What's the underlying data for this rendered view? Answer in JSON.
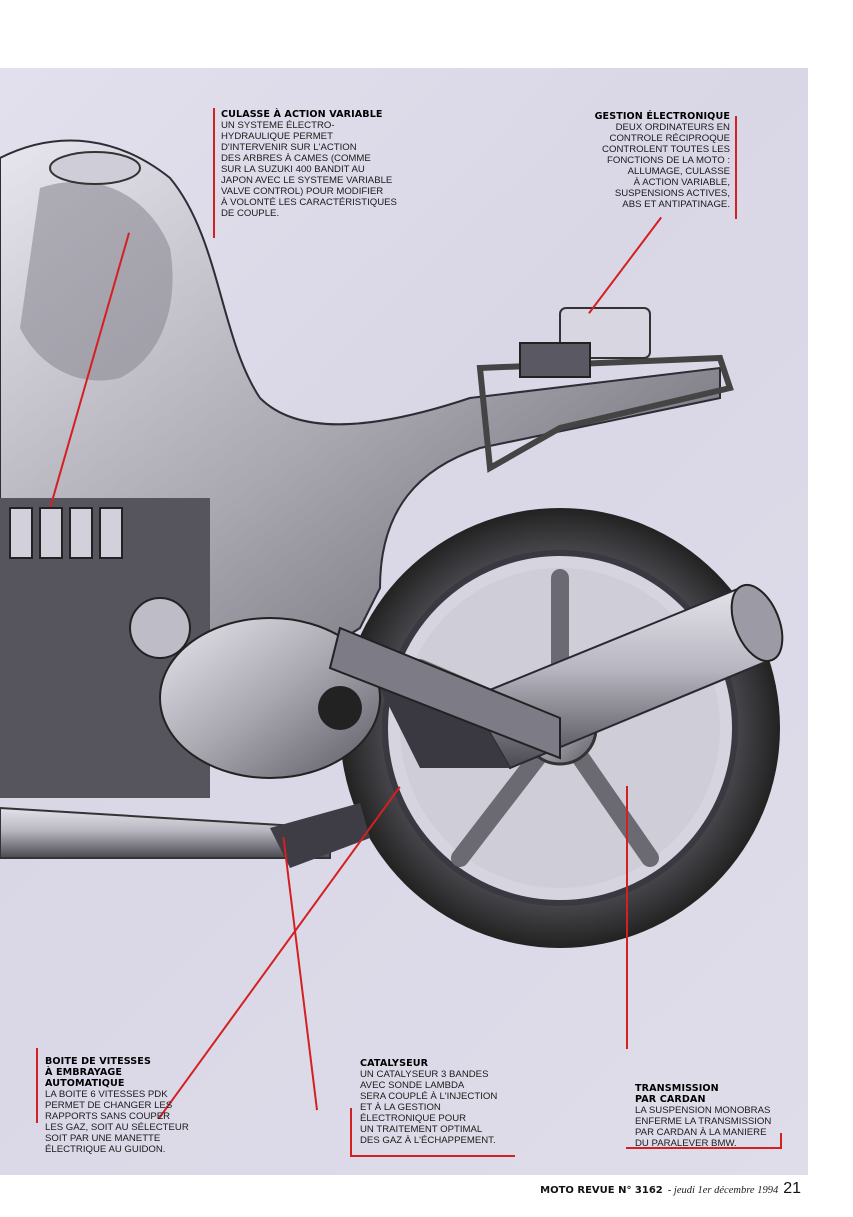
{
  "callouts": {
    "culasse": {
      "title": "CULASSE À ACTION VARIABLE",
      "lines": [
        "UN SYSTEME ÉLECTRO-",
        "HYDRAULIQUE PERMET",
        "D'INTERVENIR SUR L'ACTION",
        "DES ARBRES À CAMES (COMME",
        "SUR LA SUZUKI 400 BANDIT AU",
        "JAPON AVEC LE SYSTEME VARIABLE",
        "VALVE CONTROL) POUR MODIFIER",
        "À VOLONTÉ LES CARACTÉRISTIQUES",
        "DE COUPLE."
      ]
    },
    "gestion": {
      "title": "GESTION ÉLECTRONIQUE",
      "lines": [
        "DEUX ORDINATEURS EN",
        "CONTROLE RÉCIPROQUE",
        "CONTROLENT TOUTES LES",
        "FONCTIONS DE LA MOTO :",
        "ALLUMAGE, CULASSE",
        "À ACTION VARIABLE,",
        "SUSPENSIONS ACTIVES,",
        "ABS ET ANTIPATINAGE."
      ]
    },
    "boite": {
      "title_lines": [
        "BOITE DE VITESSES",
        "À EMBRAYAGE",
        "AUTOMATIQUE"
      ],
      "lines": [
        "LA BOITE 6 VITESSES PDK",
        "PERMET DE CHANGER LES",
        "RAPPORTS SANS COUPER",
        "LES GAZ, SOIT AU SÉLECTEUR",
        "SOIT PAR UNE MANETTE",
        "ÉLECTRIQUE AU GUIDON."
      ]
    },
    "catalyseur": {
      "title": "CATALYSEUR",
      "lines": [
        "UN CATALYSEUR 3 BANDES",
        "AVEC SONDE LAMBDA",
        "SERA COUPLÉ À L'INJECTION",
        "ET À LA GESTION",
        "ÉLECTRONIQUE POUR",
        "UN TRAITEMENT OPTIMAL",
        "DES GAZ À L'ÉCHAPPEMENT."
      ]
    },
    "transmission": {
      "title_lines": [
        "TRANSMISSION",
        "PAR CARDAN"
      ],
      "lines": [
        "LA SUSPENSION MONOBRAS",
        "ENFERME LA TRANSMISSION",
        "PAR CARDAN À LA MANIERE",
        "DU PARALEVER BMW."
      ]
    }
  },
  "footer": {
    "magazine": "MOTO REVUE N° 3162",
    "date": "- jeudi 1er décembre 1994",
    "page_number": "21"
  },
  "colors": {
    "leader_red": "#d42020",
    "background_tint": "#dcdae8"
  }
}
